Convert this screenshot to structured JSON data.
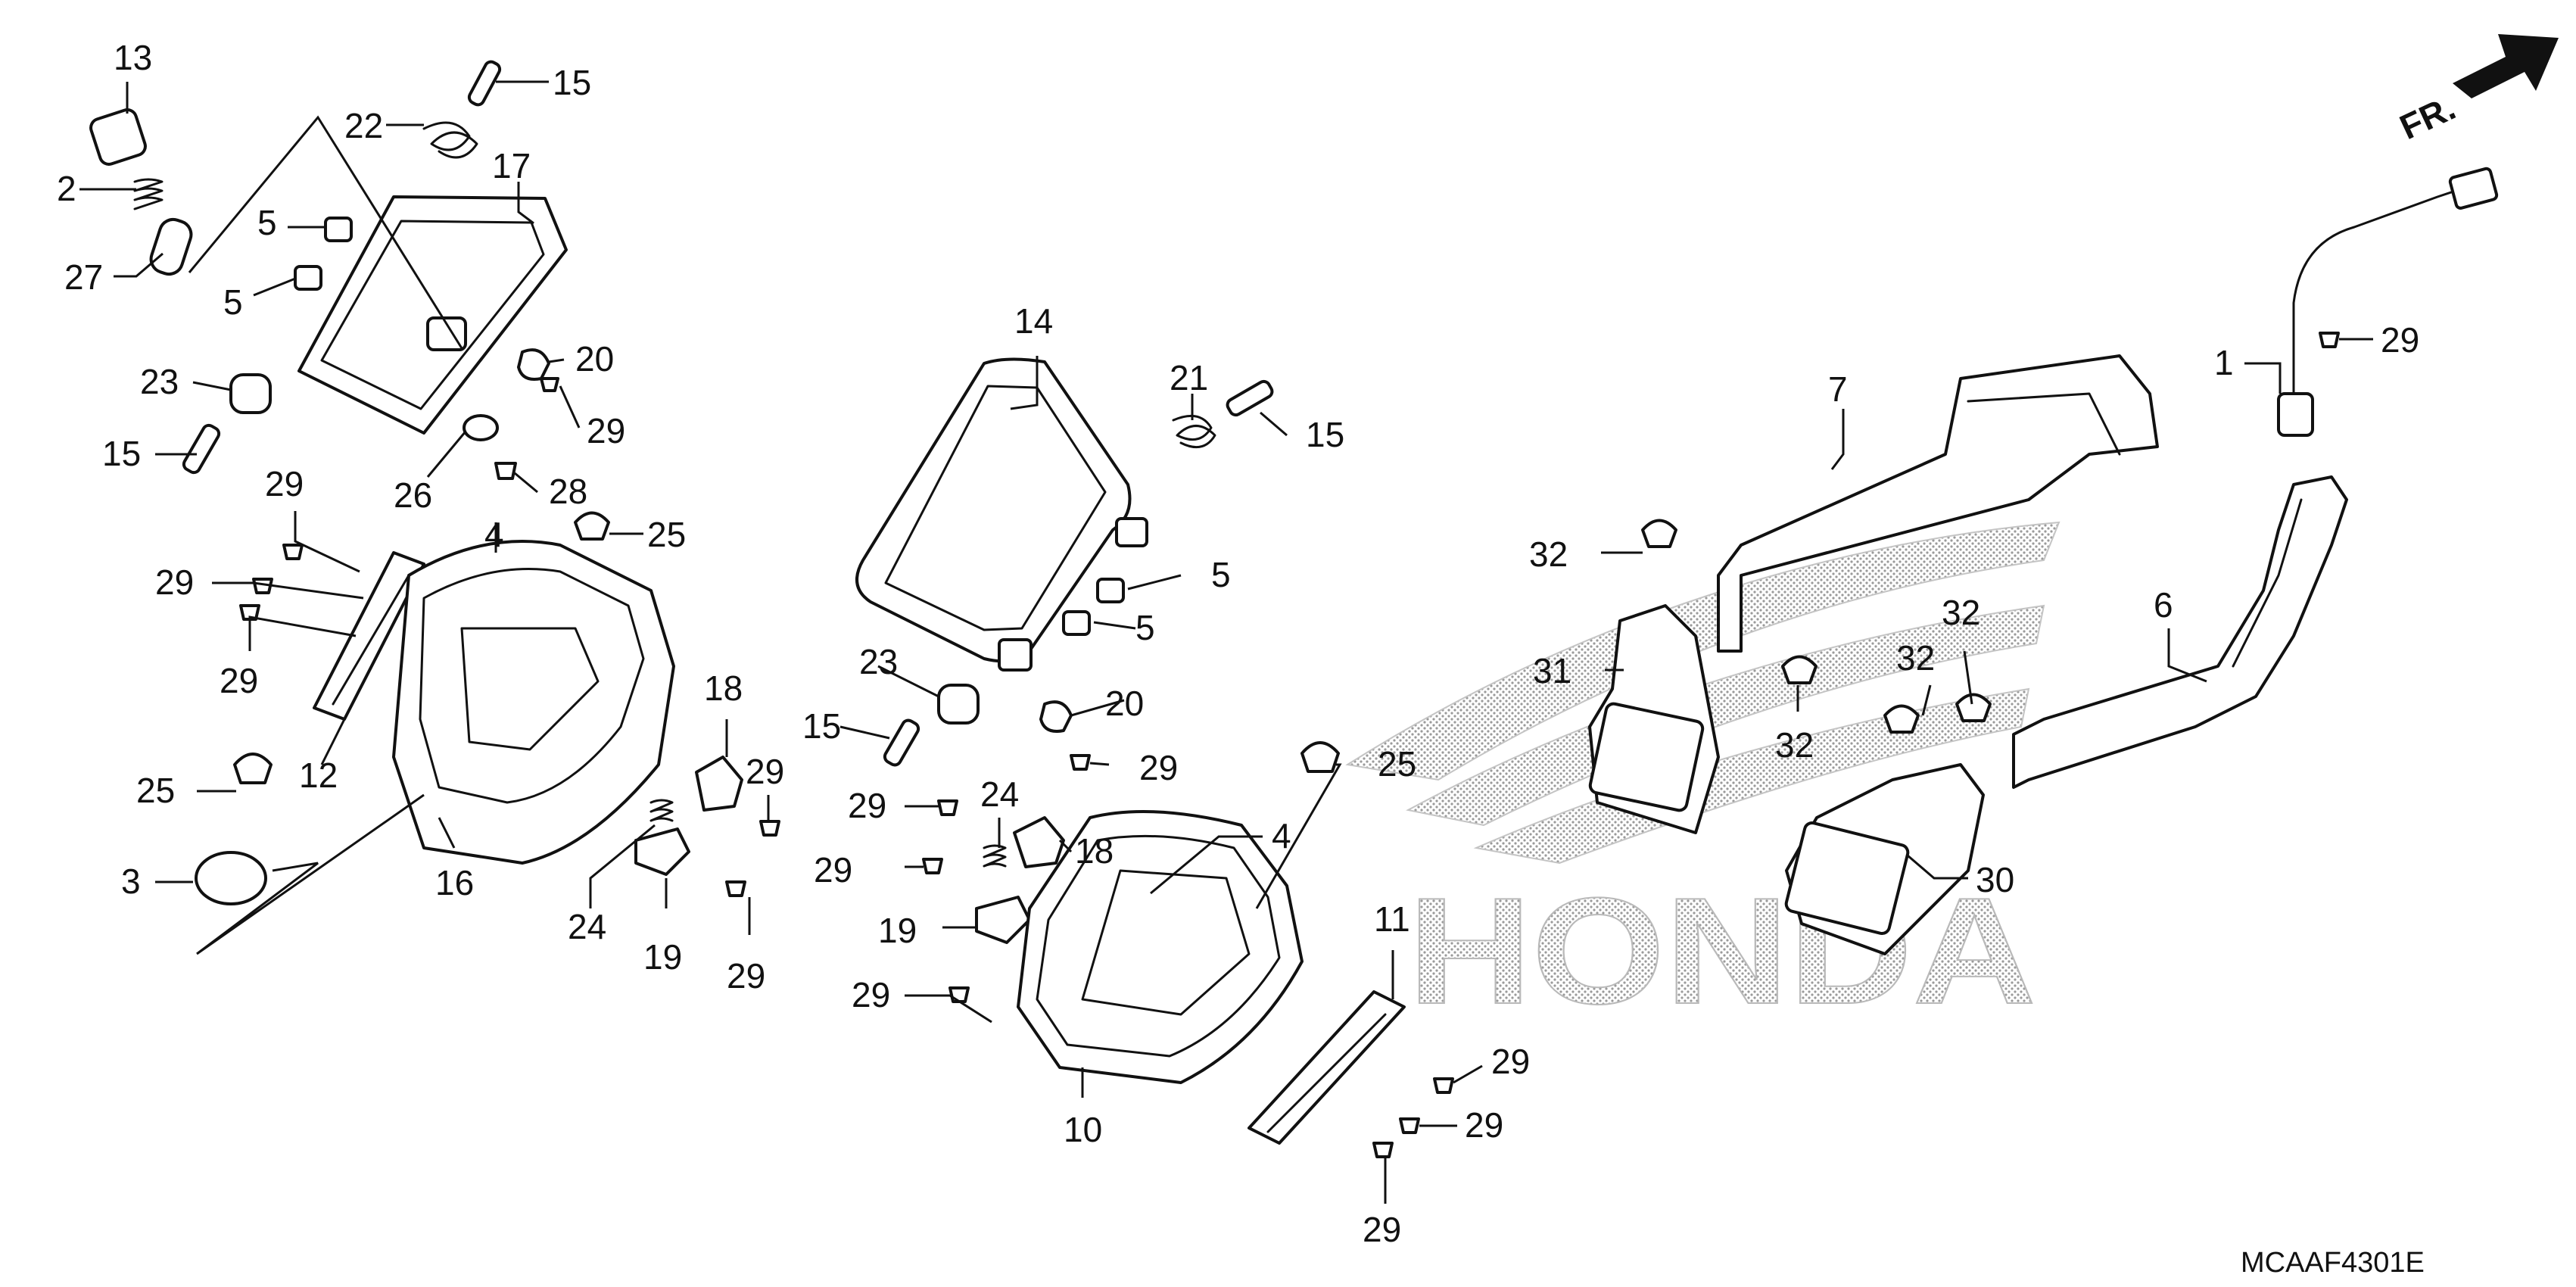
{
  "diagram": {
    "code": "MCAAF4301E",
    "front_marker": "FR.",
    "watermark": "HONDA",
    "callouts": [
      {
        "id": "c13",
        "text": "13"
      },
      {
        "id": "c2",
        "text": "2"
      },
      {
        "id": "c27",
        "text": "27"
      },
      {
        "id": "c22",
        "text": "22"
      },
      {
        "id": "c15a",
        "text": "15"
      },
      {
        "id": "c17",
        "text": "17"
      },
      {
        "id": "c5a",
        "text": "5"
      },
      {
        "id": "c5b",
        "text": "5"
      },
      {
        "id": "c23a",
        "text": "23"
      },
      {
        "id": "c20a",
        "text": "20"
      },
      {
        "id": "c29a",
        "text": "29"
      },
      {
        "id": "c15b",
        "text": "15"
      },
      {
        "id": "c26",
        "text": "26"
      },
      {
        "id": "c28",
        "text": "28"
      },
      {
        "id": "c29b",
        "text": "29"
      },
      {
        "id": "c4a",
        "text": "4"
      },
      {
        "id": "c25a",
        "text": "25"
      },
      {
        "id": "c29c",
        "text": "29"
      },
      {
        "id": "c29d",
        "text": "29"
      },
      {
        "id": "c12",
        "text": "12"
      },
      {
        "id": "c18a",
        "text": "18"
      },
      {
        "id": "c29e",
        "text": "29"
      },
      {
        "id": "c25b",
        "text": "25"
      },
      {
        "id": "c16",
        "text": "16"
      },
      {
        "id": "c24a",
        "text": "24"
      },
      {
        "id": "c3",
        "text": "3"
      },
      {
        "id": "c19a",
        "text": "19"
      },
      {
        "id": "c29f",
        "text": "29"
      },
      {
        "id": "c14",
        "text": "14"
      },
      {
        "id": "c21",
        "text": "21"
      },
      {
        "id": "c15c",
        "text": "15"
      },
      {
        "id": "c5c",
        "text": "5"
      },
      {
        "id": "c5d",
        "text": "5"
      },
      {
        "id": "c23b",
        "text": "23"
      },
      {
        "id": "c20b",
        "text": "20"
      },
      {
        "id": "c15d",
        "text": "15"
      },
      {
        "id": "c29g",
        "text": "29"
      },
      {
        "id": "c29h",
        "text": "29"
      },
      {
        "id": "c24b",
        "text": "24"
      },
      {
        "id": "c29i",
        "text": "29"
      },
      {
        "id": "c18b",
        "text": "18"
      },
      {
        "id": "c4b",
        "text": "4"
      },
      {
        "id": "c19b",
        "text": "19"
      },
      {
        "id": "c25c",
        "text": "25"
      },
      {
        "id": "c29j",
        "text": "29"
      },
      {
        "id": "c10",
        "text": "10"
      },
      {
        "id": "c11",
        "text": "11"
      },
      {
        "id": "c29k",
        "text": "29"
      },
      {
        "id": "c29l",
        "text": "29"
      },
      {
        "id": "c29m",
        "text": "29"
      },
      {
        "id": "c7",
        "text": "7"
      },
      {
        "id": "c32a",
        "text": "32"
      },
      {
        "id": "c31",
        "text": "31"
      },
      {
        "id": "c32b",
        "text": "32"
      },
      {
        "id": "c32c",
        "text": "32"
      },
      {
        "id": "c32d",
        "text": "32"
      },
      {
        "id": "c6",
        "text": "6"
      },
      {
        "id": "c30",
        "text": "30"
      },
      {
        "id": "c1",
        "text": "1"
      },
      {
        "id": "c29n",
        "text": "29"
      }
    ]
  }
}
